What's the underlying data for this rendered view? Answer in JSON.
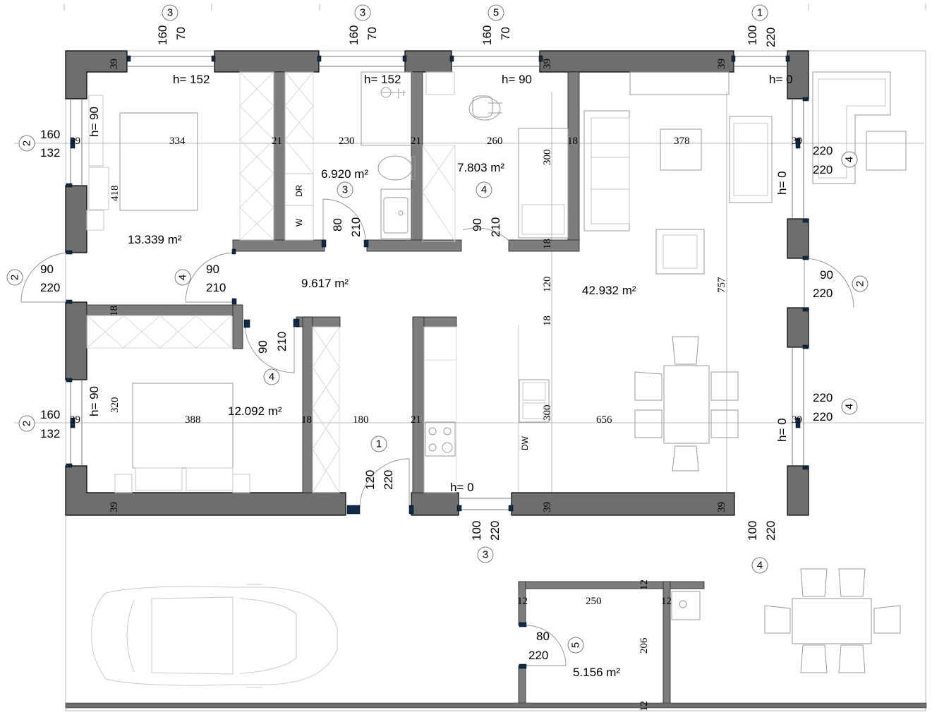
{
  "rooms": [
    {
      "id": "bedroom-1",
      "area": "13.339 m²"
    },
    {
      "id": "bathroom",
      "area": "6.920 m²"
    },
    {
      "id": "office",
      "area": "7.803 m²"
    },
    {
      "id": "hall",
      "area": "9.617 m²"
    },
    {
      "id": "living",
      "area": "42.932 m²"
    },
    {
      "id": "bedroom-2",
      "area": "12.092 m²"
    },
    {
      "id": "storage",
      "area": "5.156 m²"
    }
  ],
  "sill_heights": [
    "h= 152",
    "h= 152",
    "h= 90",
    "h= 0",
    "h= 90",
    "h= 90",
    "h= 0",
    "h= 0",
    "h= 0"
  ],
  "dimensions": {
    "row1": [
      "39",
      "334",
      "21",
      "230",
      "21",
      "260",
      "18",
      "378",
      "39"
    ],
    "row2": [
      "39",
      "388",
      "18",
      "180",
      "21",
      "300",
      "656",
      "39"
    ],
    "wall_thickness": [
      "39",
      "39",
      "39",
      "39",
      "39",
      "39",
      "18",
      "18",
      "18",
      "12",
      "12",
      "12",
      "12"
    ],
    "heights": [
      "418",
      "300",
      "120",
      "757",
      "320",
      "206"
    ],
    "storage_width": "250"
  },
  "openings": [
    {
      "mark": "3",
      "width": "160",
      "height": "70"
    },
    {
      "mark": "3",
      "width": "160",
      "height": "70"
    },
    {
      "mark": "5",
      "width": "160",
      "height": "70"
    },
    {
      "mark": "1",
      "width": "100",
      "height": "220"
    },
    {
      "mark": "2",
      "width": "160",
      "height": "132"
    },
    {
      "mark": "4",
      "width": "220",
      "height": "220"
    },
    {
      "mark": "2",
      "width": "90",
      "height": "220"
    },
    {
      "mark": "4",
      "width": "90",
      "height": "210"
    },
    {
      "mark": "3",
      "width": "80",
      "height": "210"
    },
    {
      "mark": "4",
      "width": "90",
      "height": "210"
    },
    {
      "mark": "2",
      "width": "90",
      "height": "220"
    },
    {
      "mark": "4",
      "width": "90",
      "height": "210"
    },
    {
      "mark": "2",
      "width": "160",
      "height": "132"
    },
    {
      "mark": "4",
      "width": "220",
      "height": "220"
    },
    {
      "mark": "1",
      "width": "120",
      "height": "220"
    },
    {
      "mark": "3",
      "width": "100",
      "height": "220"
    },
    {
      "mark": "4",
      "width": "100",
      "height": "220"
    },
    {
      "mark": "5",
      "width": "80",
      "height": "220"
    }
  ],
  "fixtures": {
    "dryer": "DR",
    "washer": "W",
    "dishwasher": "DW"
  }
}
